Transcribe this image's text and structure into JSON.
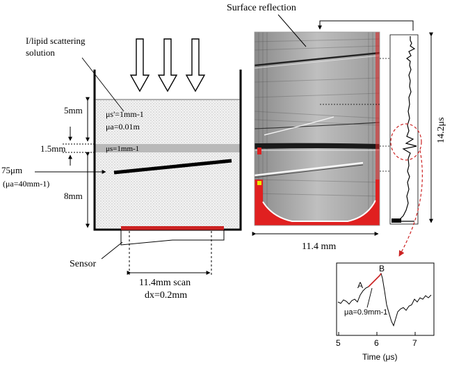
{
  "labels": {
    "solution": "I/lipid scattering",
    "solution2": "solution",
    "surface_reflection": "Surface reflection",
    "dim_5mm": "5mm",
    "dim_1_5mm": "1.5mm",
    "dim_8mm": "8mm",
    "mu_s_top": "μs'=1mm-1",
    "mu_a_top": "μa=0.01m",
    "mu_s_layer": "μs=1mm-1",
    "vessel_size": "75μm",
    "vessel_mua": "(μa=40mm-1)",
    "sensor": "Sensor",
    "scan_len": "11.4mm scan",
    "scan_step": "dx=0.2mm",
    "image_width": "11.4 mm",
    "time_span": "14.2μs",
    "inset_A": "A",
    "inset_B": "B",
    "inset_mua": "μa=0.9mm-1",
    "inset_xlabel": "Time (μs)",
    "inset_ticks": [
      "5",
      "6",
      "7"
    ]
  },
  "colors": {
    "sensor": "#cc2222",
    "circle": "#cc2222",
    "ink": "#000000"
  }
}
